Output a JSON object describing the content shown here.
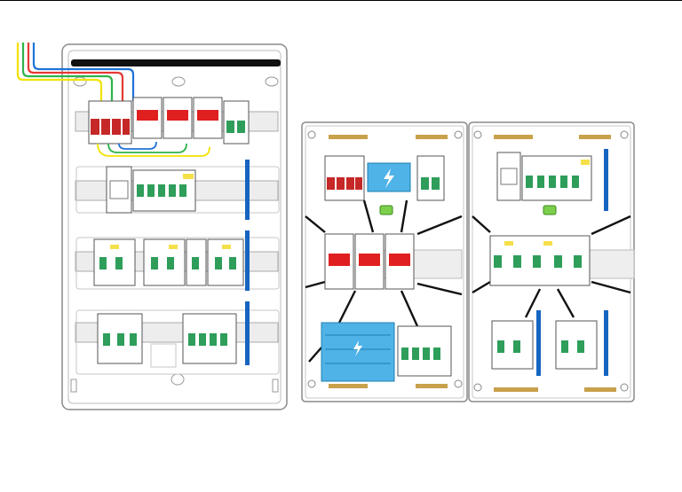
{
  "diagram": {
    "colors": {
      "wire_yellow": "#f2e200",
      "wire_green": "#2fb34a",
      "wire_red": "#e53935",
      "wire_blue": "#1e73d8",
      "enclosure_stroke": "#8a8a8a",
      "din_rail": "#e6e6e6",
      "breaker_body": "#ffffff",
      "breaker_handle": "#2a2a2a",
      "breaker_green": "#2e9e5a",
      "breaker_red": "#c62828",
      "meter_display": "#e02020",
      "neutral_bar": "#1565c0",
      "brass_bar": "#c8a14a",
      "label_yellow": "#f5e04a",
      "spd_blue": "#4fb3e8",
      "level_green": "#7ccf4a",
      "bus_black": "#111111"
    },
    "icons": [
      "lightning-icon",
      "level-icon"
    ],
    "enclosures": [
      {
        "id": "enclosure-left",
        "rows": 4
      },
      {
        "id": "enclosure-middle",
        "rows": 3
      },
      {
        "id": "enclosure-right",
        "rows": 3
      }
    ]
  }
}
